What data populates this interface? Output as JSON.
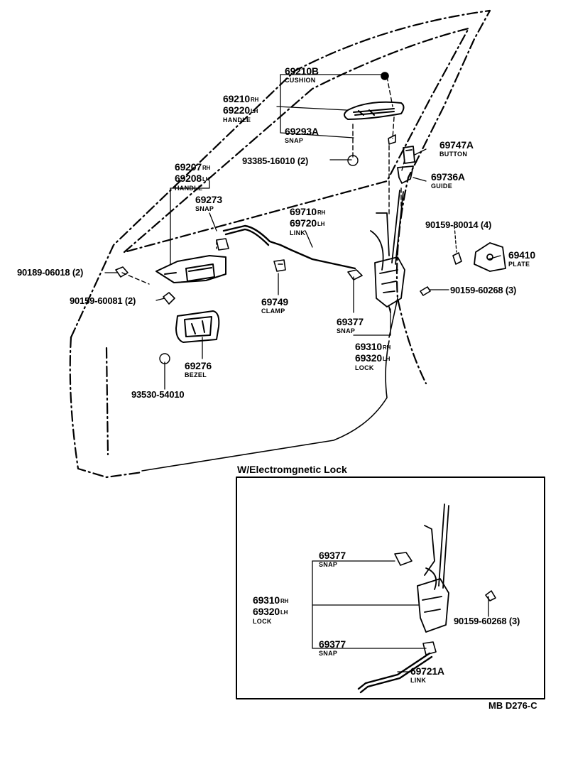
{
  "parts": {
    "cushion": {
      "number": "69210B",
      "name": "CUSHION"
    },
    "outer_handle": {
      "number_rh": "69210",
      "number_lh": "69220",
      "rh": "RH",
      "lh": "LH",
      "name": "HANDLE"
    },
    "snap_outer": {
      "number": "69293A",
      "name": "SNAP"
    },
    "screw_outer": {
      "number": "93385-16010 (2)"
    },
    "inner_handle": {
      "number_rh": "69207",
      "number_lh": "69208",
      "rh": "RH",
      "lh": "LH",
      "name": "HANDLE"
    },
    "snap_inner": {
      "number": "69273",
      "name": "SNAP"
    },
    "button": {
      "number": "69747A",
      "name": "BUTTON"
    },
    "guide": {
      "number": "69736A",
      "name": "GUIDE"
    },
    "link": {
      "number_rh": "69710",
      "number_lh": "69720",
      "rh": "RH",
      "lh": "LH",
      "name": "LINK"
    },
    "screw_plate": {
      "number": "90159-80014 (4)"
    },
    "plate": {
      "number": "69410",
      "name": "PLATE"
    },
    "nut_left": {
      "number": "90189-06018 (2)"
    },
    "screw_left": {
      "number": "90159-60081 (2)"
    },
    "clamp": {
      "number": "69749",
      "name": "CLAMP"
    },
    "screw_lock": {
      "number": "90159-60268 (3)"
    },
    "snap_lock": {
      "number": "69377",
      "name": "SNAP"
    },
    "lock": {
      "number_rh": "69310",
      "number_lh": "69320",
      "rh": "RH",
      "lh": "LH",
      "name": "LOCK"
    },
    "bezel": {
      "number": "69276",
      "name": "BEZEL"
    },
    "screw_bezel": {
      "number": "93530-54010"
    }
  },
  "inset": {
    "title": "W/Electromgnetic Lock",
    "snap_top": {
      "number": "69377",
      "name": "SNAP"
    },
    "lock": {
      "number_rh": "69310",
      "number_lh": "69320",
      "rh": "RH",
      "lh": "LH",
      "name": "LOCK"
    },
    "screw": {
      "number": "90159-60268 (3)"
    },
    "snap_bottom": {
      "number": "69377",
      "name": "SNAP"
    },
    "link": {
      "number": "69721A",
      "name": "LINK"
    }
  },
  "drawing_code": "MB D276-C"
}
